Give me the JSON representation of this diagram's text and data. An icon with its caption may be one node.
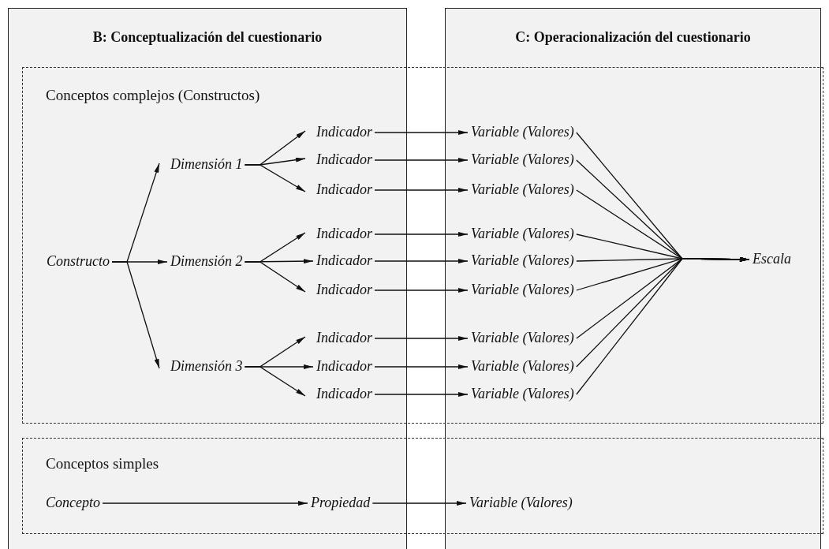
{
  "diagram": {
    "nodes": [
      {
        "text": [
          "B: Conceptualización del cuestionario"
        ]
      },
      {
        "text": [
          "C: Operacionalización del cuestionario"
        ]
      },
      {
        "text": [
          "Constructo"
        ],
        "in": 0
      },
      {
        "text": [
          "Dimensión 1"
        ],
        "in": 0
      },
      {
        "text": [
          "Dimensión 2"
        ],
        "in": 0
      },
      {
        "text": [
          "Dimensión 3"
        ],
        "in": 0
      },
      {
        "text": [
          "Indicador"
        ],
        "in": 0
      },
      {
        "text": [
          "Indicador"
        ],
        "in": 0
      },
      {
        "text": [
          "Indicador"
        ],
        "in": 0
      },
      {
        "text": [
          "Indicador"
        ],
        "in": 0
      },
      {
        "text": [
          "Indicador"
        ],
        "in": 0
      },
      {
        "text": [
          "Indicador"
        ],
        "in": 0
      },
      {
        "text": [
          "Indicador"
        ],
        "in": 0
      },
      {
        "text": [
          "Indicador"
        ],
        "in": 0
      },
      {
        "text": [
          "Indicador"
        ],
        "in": 0
      },
      {
        "text": [
          "Variable (Valores)"
        ],
        "in": 1
      },
      {
        "text": [
          "Variable (Valores)"
        ],
        "in": 1
      },
      {
        "text": [
          "Variable (Valores)"
        ],
        "in": 1
      },
      {
        "text": [
          "Variable (Valores)"
        ],
        "in": 1
      },
      {
        "text": [
          "Variable (Valores)"
        ],
        "in": 1
      },
      {
        "text": [
          "Variable (Valores)"
        ],
        "in": 1
      },
      {
        "text": [
          "Variable (Valores)"
        ],
        "in": 1
      },
      {
        "text": [
          "Variable (Valores)"
        ],
        "in": 1
      },
      {
        "text": [
          "Variable (Valores)"
        ],
        "in": 1
      },
      {
        "text": [
          "Escala"
        ],
        "in": 1
      },
      {
        "text": [
          "Concepto"
        ],
        "in": 0
      },
      {
        "text": [
          "Propiedad"
        ],
        "in": 0
      },
      {
        "text": [
          "Variable (Valores)"
        ],
        "in": 1
      }
    ],
    "edges": [
      {
        "from": 2,
        "to": 3,
        "arrow": "to"
      },
      {
        "from": 2,
        "to": 4,
        "arrow": "to"
      },
      {
        "from": 2,
        "to": 5,
        "arrow": "to"
      },
      {
        "from": 3,
        "to": 6,
        "arrow": "to"
      },
      {
        "from": 3,
        "to": 7,
        "arrow": "to"
      },
      {
        "from": 3,
        "to": 8,
        "arrow": "to"
      },
      {
        "from": 4,
        "to": 9,
        "arrow": "to"
      },
      {
        "from": 4,
        "to": 10,
        "arrow": "to"
      },
      {
        "from": 4,
        "to": 11,
        "arrow": "to"
      },
      {
        "from": 5,
        "to": 12,
        "arrow": "to"
      },
      {
        "from": 5,
        "to": 13,
        "arrow": "to"
      },
      {
        "from": 5,
        "to": 14,
        "arrow": "to"
      },
      {
        "from": 6,
        "to": 15,
        "arrow": "to"
      },
      {
        "from": 7,
        "to": 16,
        "arrow": "to"
      },
      {
        "from": 8,
        "to": 17,
        "arrow": "to"
      },
      {
        "from": 9,
        "to": 18,
        "arrow": "to"
      },
      {
        "from": 10,
        "to": 19,
        "arrow": "to"
      },
      {
        "from": 11,
        "to": 20,
        "arrow": "to"
      },
      {
        "from": 12,
        "to": 21,
        "arrow": "to"
      },
      {
        "from": 13,
        "to": 22,
        "arrow": "to"
      },
      {
        "from": 14,
        "to": 23,
        "arrow": "to"
      },
      {
        "from": 15,
        "to": 24,
        "arrow": "to"
      },
      {
        "from": 16,
        "to": 24,
        "arrow": "to"
      },
      {
        "from": 17,
        "to": 24,
        "arrow": "to"
      },
      {
        "from": 18,
        "to": 24,
        "arrow": "to"
      },
      {
        "from": 19,
        "to": 24,
        "arrow": "to"
      },
      {
        "from": 20,
        "to": 24,
        "arrow": "to"
      },
      {
        "from": 21,
        "to": 24,
        "arrow": "to"
      },
      {
        "from": 22,
        "to": 24,
        "arrow": "to"
      },
      {
        "from": 23,
        "to": 24,
        "arrow": "to"
      },
      {
        "from": 25,
        "to": 26,
        "arrow": "to"
      },
      {
        "from": 26,
        "to": 27,
        "arrow": "to"
      }
    ],
    "labels": [
      "Conceptos complejos (Constructos)",
      "Conceptos simples"
    ]
  }
}
